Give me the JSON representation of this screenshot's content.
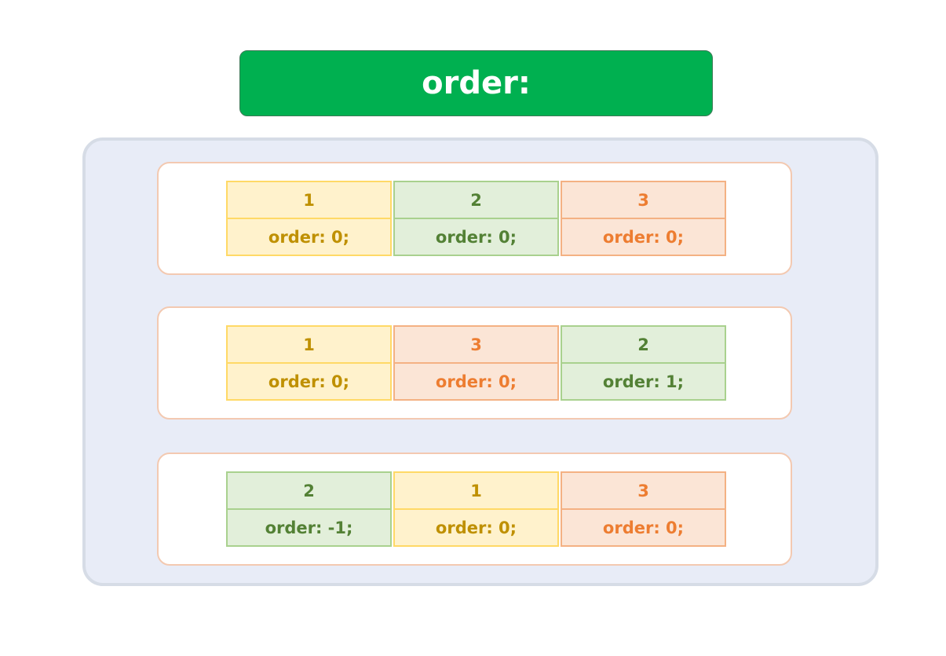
{
  "title": "order:",
  "rows": [
    {
      "items": [
        {
          "label": "1",
          "code": "order: 0;",
          "color": "yellow"
        },
        {
          "label": "2",
          "code": "order: 0;",
          "color": "green"
        },
        {
          "label": "3",
          "code": "order: 0;",
          "color": "orange"
        }
      ]
    },
    {
      "items": [
        {
          "label": "1",
          "code": "order: 0;",
          "color": "yellow"
        },
        {
          "label": "3",
          "code": "order: 0;",
          "color": "orange"
        },
        {
          "label": "2",
          "code": "order: 1;",
          "color": "green"
        }
      ]
    },
    {
      "items": [
        {
          "label": "2",
          "code": "order: -1;",
          "color": "green"
        },
        {
          "label": "1",
          "code": "order: 0;",
          "color": "yellow"
        },
        {
          "label": "3",
          "code": "order: 0;",
          "color": "orange"
        }
      ]
    }
  ],
  "colors": {
    "title_bg": "#00b050",
    "container_bg": "#e8ecf7",
    "yellow": "#fff2cc",
    "green": "#e2efda",
    "orange": "#fbe5d6"
  }
}
